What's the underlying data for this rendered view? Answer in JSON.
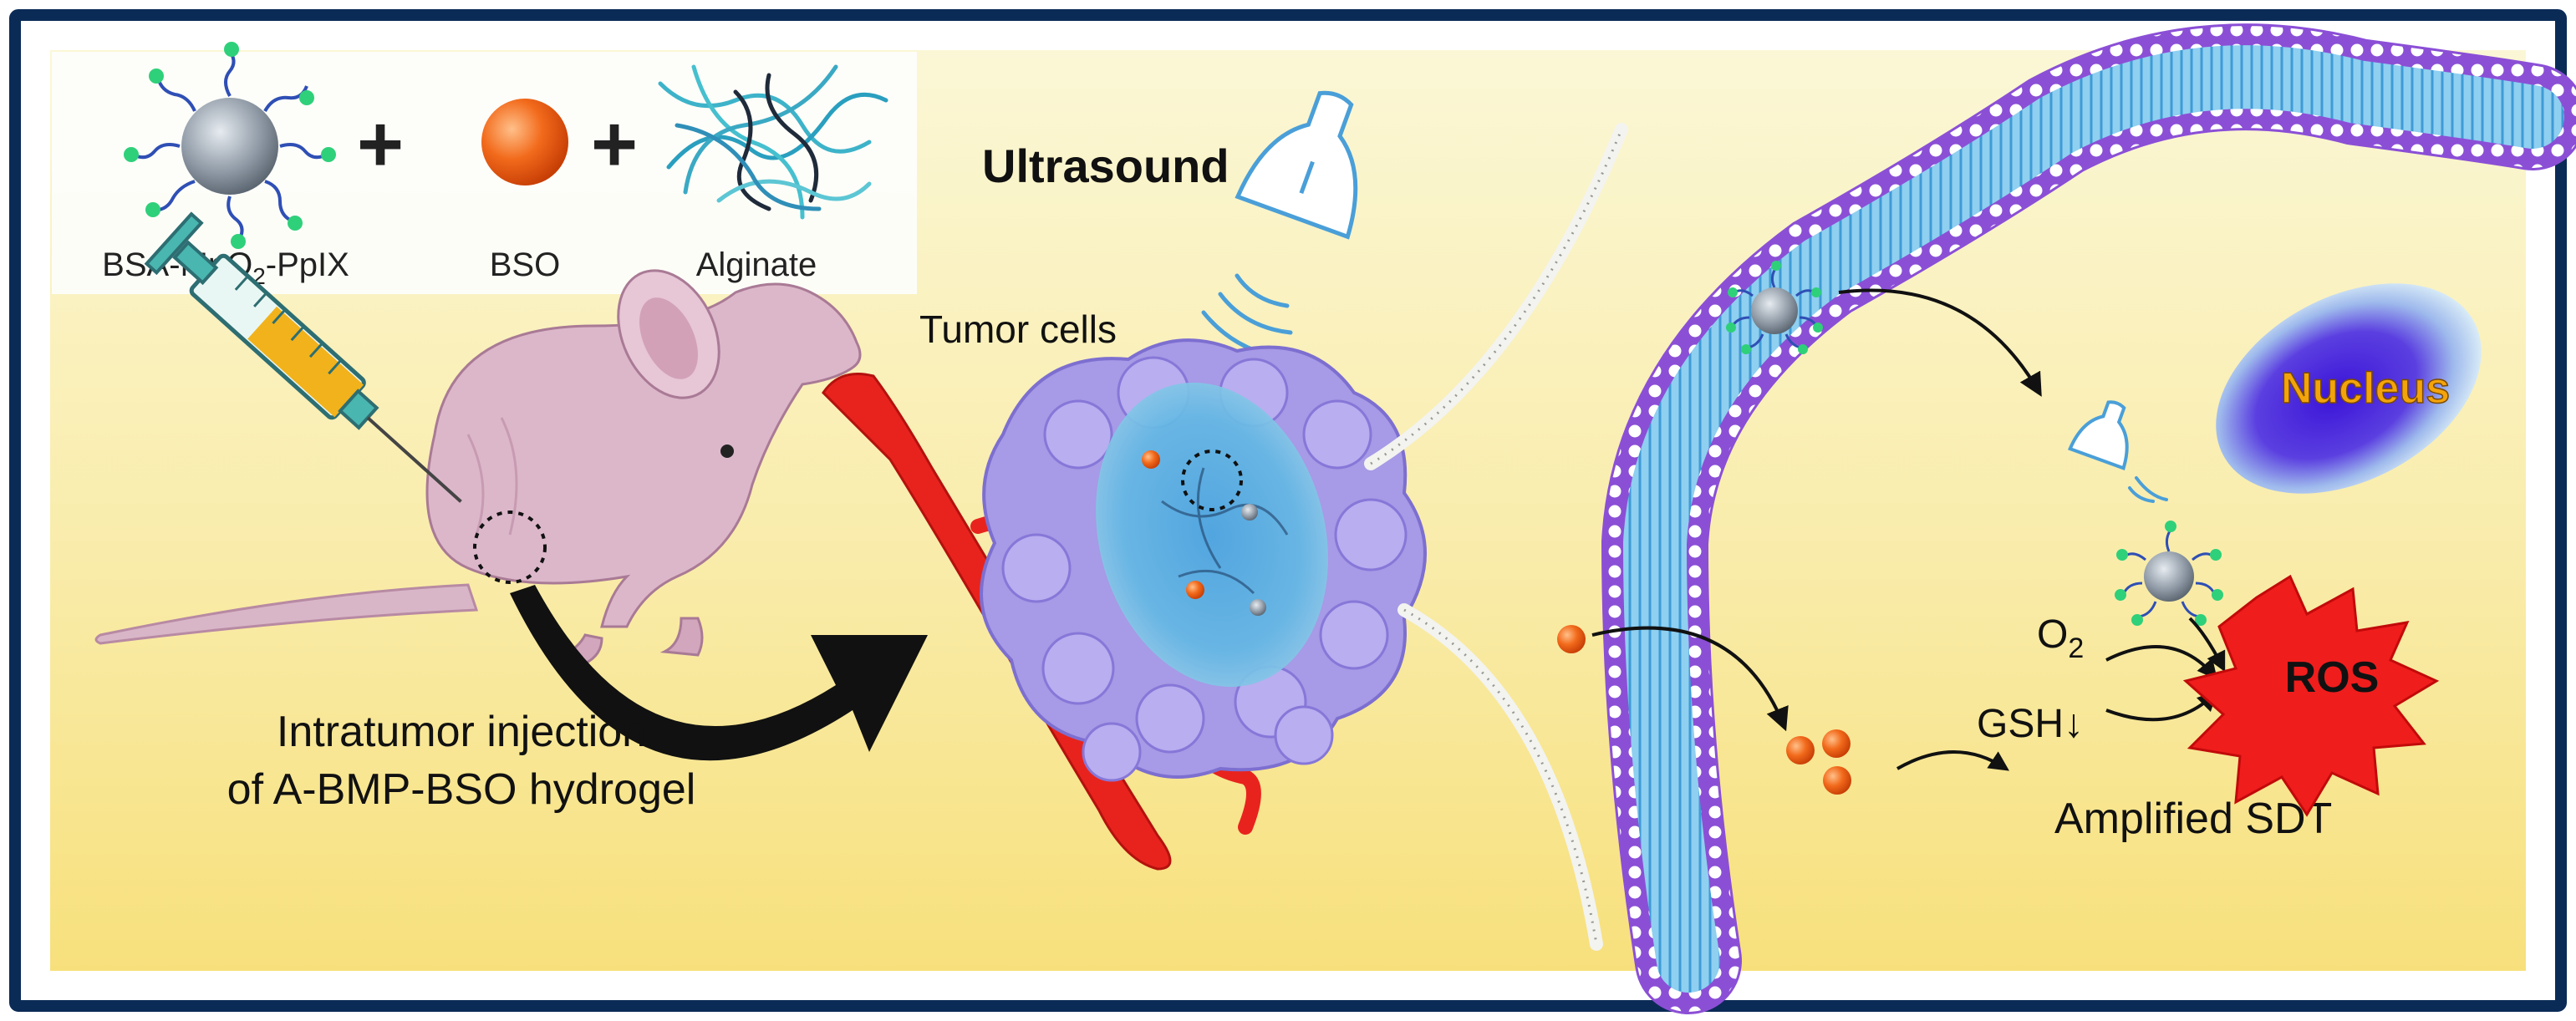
{
  "ingredients": {
    "bsa_mno2_ppix": {
      "prefix": "BSA-MnO",
      "sub": "2",
      "suffix": "-PpIX"
    },
    "bso": "BSO",
    "alginate": "Alginate",
    "plus": "+"
  },
  "labels": {
    "ultrasound": "Ultrasound",
    "tumor_cells": "Tumor cells",
    "injection_line1": "Intratumor injection",
    "injection_line2": "of A-BMP-BSO hydrogel",
    "nucleus": "Nucleus",
    "o2_base": "O",
    "o2_sub": "2",
    "gsh": "GSH↓",
    "ros": "ROS",
    "amplified_sdt": "Amplified SDT"
  },
  "colors": {
    "frame": "#0b2b57",
    "background_top": "#fbf7cf",
    "background_bottom": "#f6e27a",
    "vessel": "#e8231d",
    "hydrogel": "#4fb0e0",
    "tumor": "#a79ae6",
    "bso_particle": "#f05a14",
    "membrane_head": "#8b4fd6",
    "membrane_tail": "#7cc4ea",
    "nucleus": "#3a1fc8",
    "nucleus_text": "#f4a40b",
    "ros_burst": "#f01d1d"
  }
}
